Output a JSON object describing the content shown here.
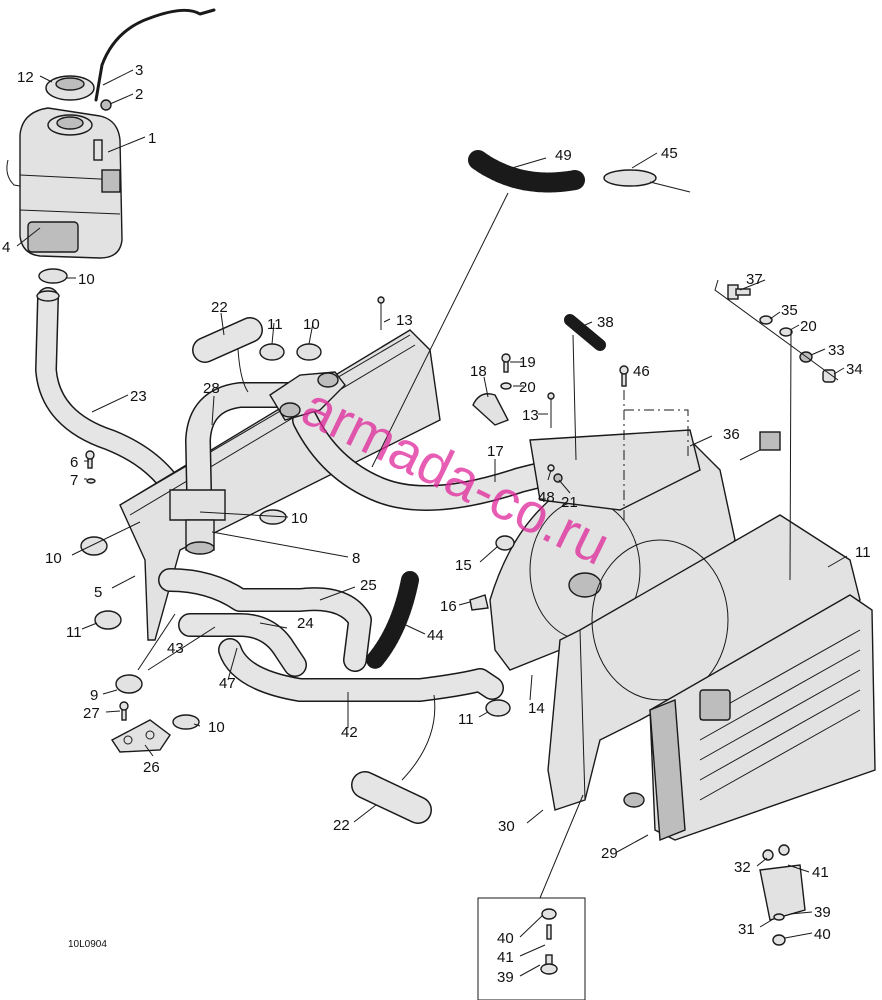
{
  "drawing_code": "10L0904",
  "watermark": "armada-co.ru",
  "callouts": [
    {
      "id": "c1",
      "label": "1"
    },
    {
      "id": "c2",
      "label": "2"
    },
    {
      "id": "c3",
      "label": "3"
    },
    {
      "id": "c4",
      "label": "4"
    },
    {
      "id": "c5",
      "label": "5"
    },
    {
      "id": "c6",
      "label": "6"
    },
    {
      "id": "c7",
      "label": "7"
    },
    {
      "id": "c8",
      "label": "8"
    },
    {
      "id": "c9",
      "label": "9"
    },
    {
      "id": "c10a",
      "label": "10"
    },
    {
      "id": "c10b",
      "label": "10"
    },
    {
      "id": "c10c",
      "label": "10"
    },
    {
      "id": "c10d",
      "label": "10"
    },
    {
      "id": "c10e",
      "label": "10"
    },
    {
      "id": "c11a",
      "label": "11"
    },
    {
      "id": "c11b",
      "label": "11"
    },
    {
      "id": "c11c",
      "label": "11"
    },
    {
      "id": "c11d",
      "label": "11"
    },
    {
      "id": "c12",
      "label": "12"
    },
    {
      "id": "c13a",
      "label": "13"
    },
    {
      "id": "c13b",
      "label": "13"
    },
    {
      "id": "c14",
      "label": "14"
    },
    {
      "id": "c15",
      "label": "15"
    },
    {
      "id": "c16",
      "label": "16"
    },
    {
      "id": "c17",
      "label": "17"
    },
    {
      "id": "c18",
      "label": "18"
    },
    {
      "id": "c19",
      "label": "19"
    },
    {
      "id": "c20a",
      "label": "20"
    },
    {
      "id": "c20b",
      "label": "20"
    },
    {
      "id": "c21",
      "label": "21"
    },
    {
      "id": "c22a",
      "label": "22"
    },
    {
      "id": "c22b",
      "label": "22"
    },
    {
      "id": "c23",
      "label": "23"
    },
    {
      "id": "c24",
      "label": "24"
    },
    {
      "id": "c25",
      "label": "25"
    },
    {
      "id": "c26",
      "label": "26"
    },
    {
      "id": "c27",
      "label": "27"
    },
    {
      "id": "c28",
      "label": "28"
    },
    {
      "id": "c29",
      "label": "29"
    },
    {
      "id": "c30",
      "label": "30"
    },
    {
      "id": "c31",
      "label": "31"
    },
    {
      "id": "c32",
      "label": "32"
    },
    {
      "id": "c33",
      "label": "33"
    },
    {
      "id": "c34",
      "label": "34"
    },
    {
      "id": "c35",
      "label": "35"
    },
    {
      "id": "c36",
      "label": "36"
    },
    {
      "id": "c37",
      "label": "37"
    },
    {
      "id": "c38",
      "label": "38"
    },
    {
      "id": "c39a",
      "label": "39"
    },
    {
      "id": "c39b",
      "label": "39"
    },
    {
      "id": "c40a",
      "label": "40"
    },
    {
      "id": "c40b",
      "label": "40"
    },
    {
      "id": "c41a",
      "label": "41"
    },
    {
      "id": "c41b",
      "label": "41"
    },
    {
      "id": "c42",
      "label": "42"
    },
    {
      "id": "c43",
      "label": "43"
    },
    {
      "id": "c44",
      "label": "44"
    },
    {
      "id": "c45",
      "label": "45"
    },
    {
      "id": "c46",
      "label": "46"
    },
    {
      "id": "c47",
      "label": "47"
    },
    {
      "id": "c48",
      "label": "48"
    },
    {
      "id": "c49",
      "label": "49"
    }
  ]
}
